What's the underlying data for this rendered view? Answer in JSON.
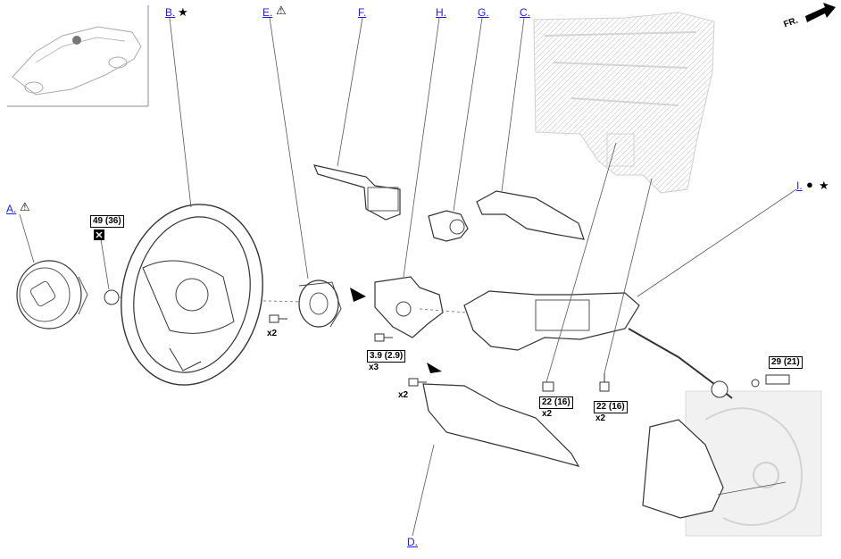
{
  "callouts": {
    "a": "A.",
    "b": "B.",
    "c": "C.",
    "d": "D.",
    "e": "E.",
    "f": "F.",
    "g": "G.",
    "h": "H.",
    "i": "I."
  },
  "torque_specs": {
    "steering_wheel_nut": "49 (36)",
    "column_cover_screw": "3.9 (2.9)",
    "column_nut": "22 (16)",
    "column_bolt": "22 (16)",
    "joint_bolt": "29 (21)"
  },
  "quantities": {
    "combo_switch_screws": "x2",
    "cover_screws": "x3",
    "lower_cover_screws": "x2",
    "column_nuts": "x2",
    "column_bolts": "x2"
  },
  "symbols": {
    "star": "★",
    "circle": "●",
    "warning": "⚠"
  },
  "orientation": {
    "front_label": "FR."
  },
  "icons": {
    "replace_part": "replace-part-icon",
    "warning": "warning-icon",
    "star": "star-icon",
    "circle": "circle-icon",
    "front_arrow": "front-arrow-icon"
  }
}
